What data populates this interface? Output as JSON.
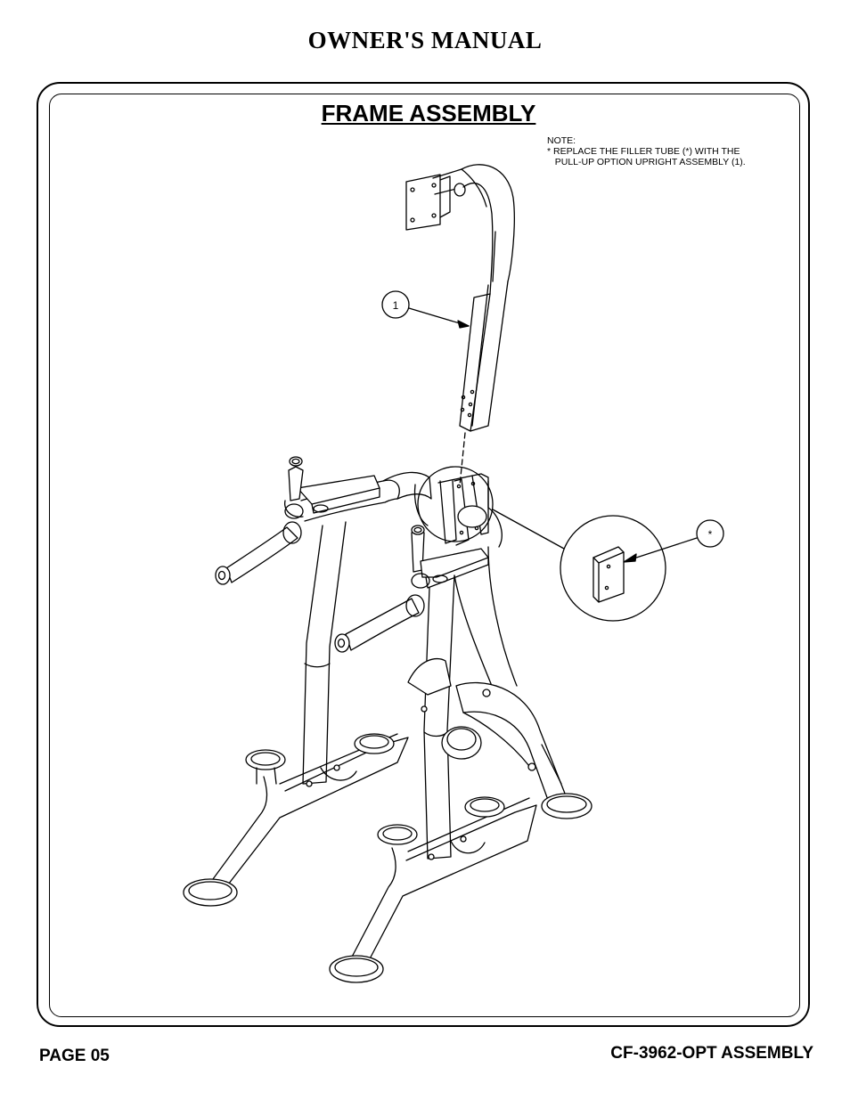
{
  "header": {
    "title": "OWNER'S MANUAL"
  },
  "section": {
    "title": "FRAME ASSEMBLY"
  },
  "note": {
    "heading": "NOTE:",
    "line1": "* REPLACE THE FILLER TUBE (*) WITH THE",
    "line2": "   PULL-UP OPTION UPRIGHT ASSEMBLY (1)."
  },
  "callouts": {
    "upright": "1",
    "filler": "*"
  },
  "footer": {
    "page": "PAGE 05",
    "model": "CF-3962-OPT ASSEMBLY"
  }
}
